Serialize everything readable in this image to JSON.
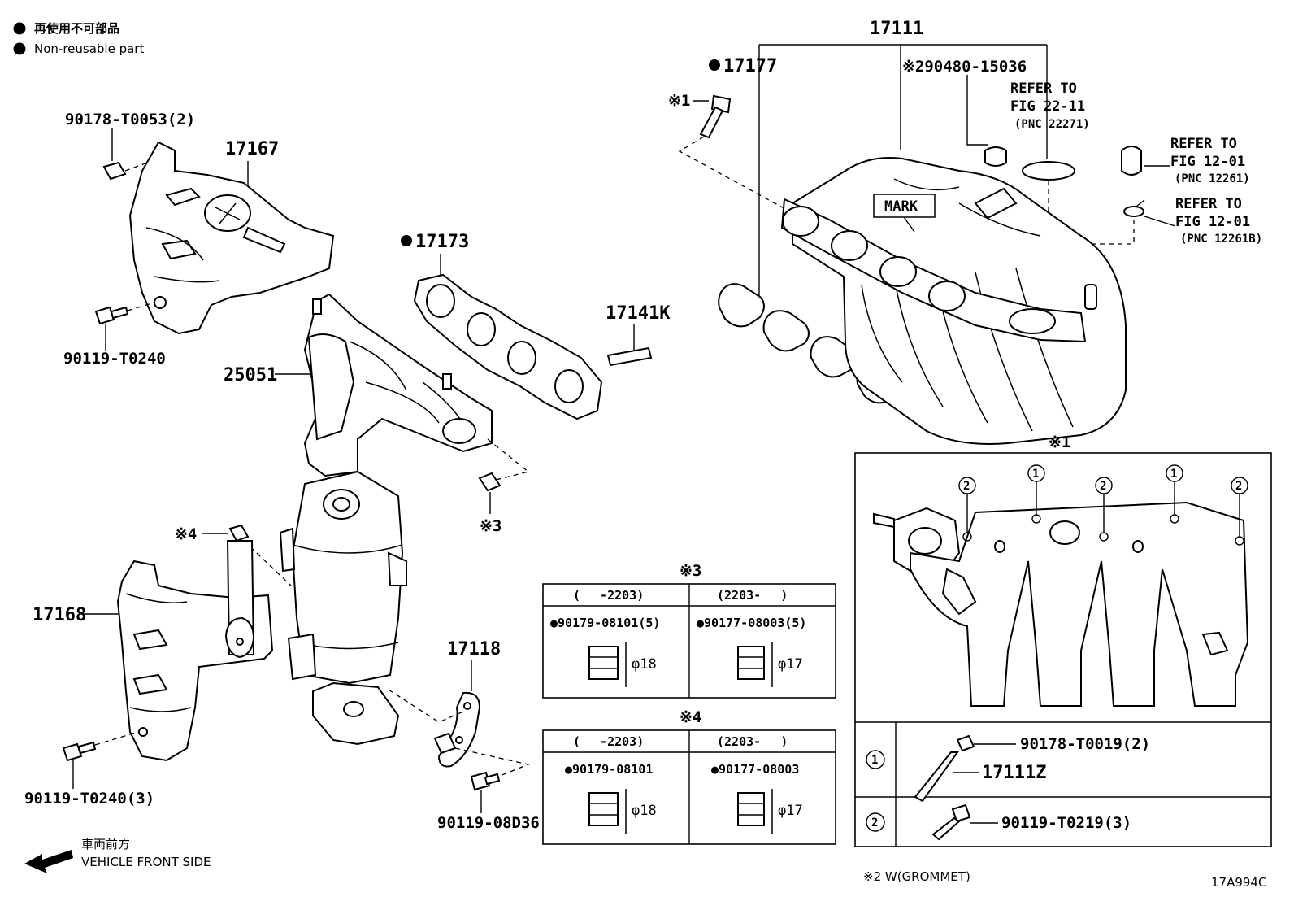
{
  "legend": {
    "nonreusable_jp": "再使用不可部品",
    "nonreusable_en": "Non-reusable part",
    "front_jp": "車両前方",
    "front_en": "VEHICLE FRONT SIDE"
  },
  "labels": {
    "p17111": "17111",
    "p17177": "17177",
    "p290480": "※290480-15036",
    "mark": "MARK",
    "x1_bolt": "※1",
    "ref1_a": "REFER TO",
    "ref1_b": "FIG 22-11",
    "ref1_c": "(PNC 22271)",
    "ref2_a": "REFER TO",
    "ref2_b": "FIG 12-01",
    "ref2_c": "(PNC 12261)",
    "ref3_a": "REFER TO",
    "ref3_b": "FIG 12-01",
    "ref3_c": "(PNC 12261B)",
    "p90178_t0053": "90178-T0053(2)",
    "p17167": "17167",
    "p90119_t0240": "90119-T0240",
    "p17173": "17173",
    "p17141k": "17141K",
    "p25051": "25051",
    "x3": "※3",
    "x4": "※4",
    "p17168": "17168",
    "p90119_t0240_3": "90119-T0240(3)",
    "p17118": "17118",
    "p90119_08d36": "90119-08D36",
    "x1_box": "※1",
    "x2_grommet": "※2 W(GROMMET)",
    "fig_code": "17A994C",
    "c1": "1",
    "c2": "2"
  },
  "table3": {
    "title": "※3",
    "col1_head": "(　 -2203)",
    "col2_head": "(2203-　 )",
    "col1_part": "●90179-08101(5)",
    "col2_part": "●90177-08003(5)",
    "col1_dia": "φ18",
    "col2_dia": "φ17"
  },
  "table4": {
    "title": "※4",
    "col1_head": "(　 -2203)",
    "col2_head": "(2203-　 )",
    "col1_part": "●90179-08101",
    "col2_part": "●90177-08003",
    "col1_dia": "φ18",
    "col2_dia": "φ17"
  },
  "detail_table": {
    "row1_num": "1",
    "row1_part_a": "90178-T0019(2)",
    "row1_part_b": "17111Z",
    "row2_num": "2",
    "row2_part": "90119-T0219(3)"
  }
}
